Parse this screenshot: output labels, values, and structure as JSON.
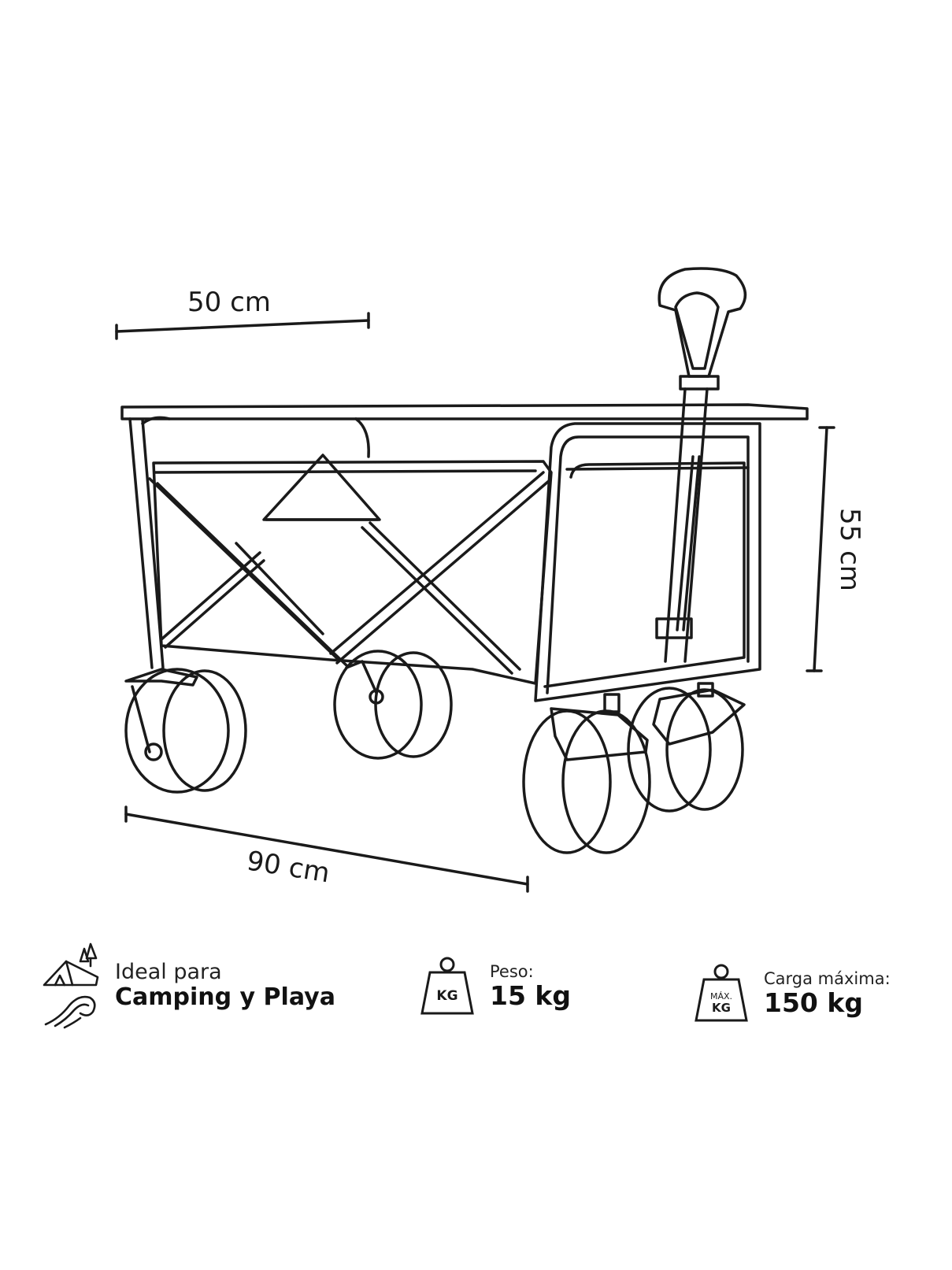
{
  "dimensions": {
    "width": "50 cm",
    "height": "55 cm",
    "length": "90 cm"
  },
  "features": {
    "use": {
      "line1": "Ideal para",
      "line2": "Camping y Playa",
      "icons": [
        "camping-tent-icon",
        "waves-icon"
      ]
    },
    "weight": {
      "label": "Peso:",
      "value": "15 kg",
      "icon": "weight-kg-icon",
      "icon_text": "KG"
    },
    "max_load": {
      "label": "Carga máxima:",
      "value": "150 kg",
      "icon": "max-weight-kg-icon",
      "icon_text_top": "MÁX.",
      "icon_text": "KG"
    }
  }
}
